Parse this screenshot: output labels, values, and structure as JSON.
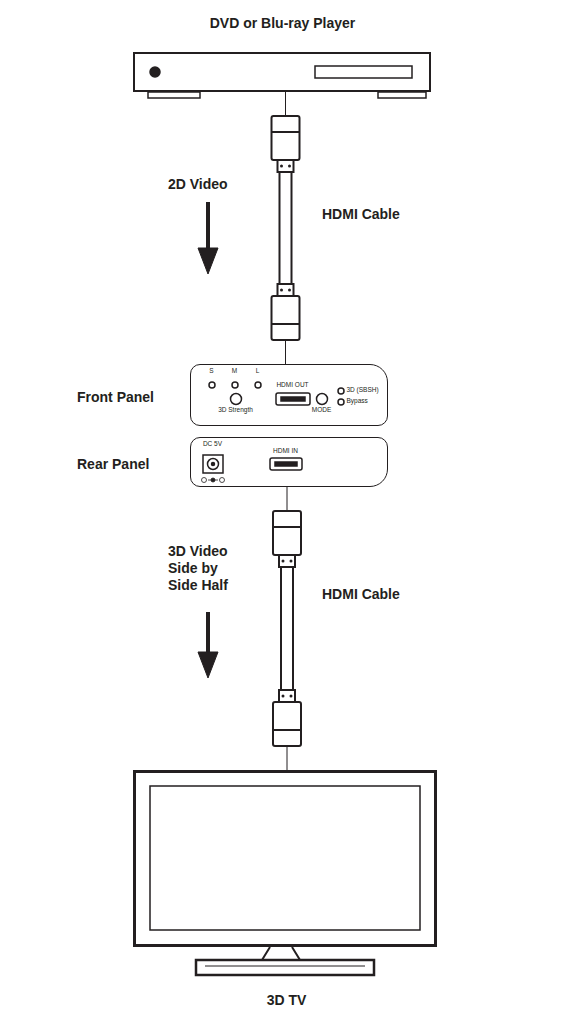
{
  "diagram": {
    "nodes": [
      {
        "text": [
          "DVD or Blu-ray Player"
        ]
      },
      {
        "text": [
          "S",
          "M",
          "L",
          "HDMI OUT",
          "3D (SBSH)",
          "3D Strength",
          "MODE",
          "Bypass"
        ]
      },
      {
        "text": [
          "DC 5V",
          "HDMI IN"
        ]
      },
      {
        "text": [
          "3D TV"
        ]
      }
    ],
    "edges": [
      {
        "from": 0,
        "to": 1,
        "arrow": "none"
      },
      {
        "from": 2,
        "to": 3,
        "arrow": "none"
      }
    ],
    "labels": [
      "2D Video",
      "HDMI Cable",
      "Front Panel",
      "Rear Panel",
      "3D Video Side by Side Half",
      "HDMI Cable"
    ]
  }
}
